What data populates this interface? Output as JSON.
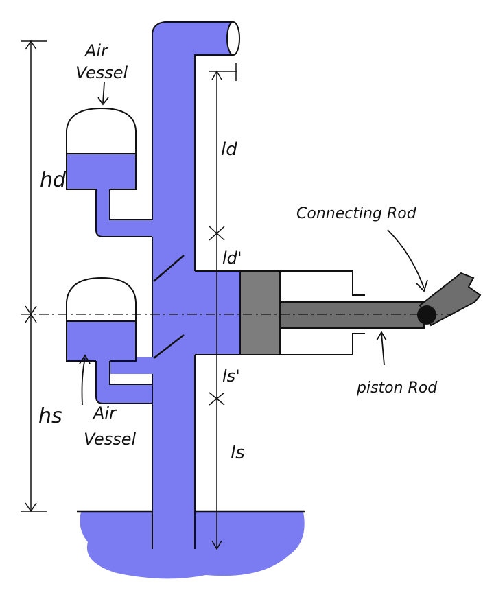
{
  "labels": {
    "air_vessel_top_line1": "Air",
    "air_vessel_top_line2": "Vessel",
    "air_vessel_bottom_line1": "Air",
    "air_vessel_bottom_line2": "Vessel",
    "hd": "hd",
    "hs": "hs",
    "ld": "ld",
    "ld_prime": "ld'",
    "ls_prime": "ls'",
    "ls": "ls",
    "connecting_rod": "Connecting Rod",
    "piston_rod": "piston Rod"
  },
  "colors": {
    "fluid": "#7b7bf2",
    "piston": "#7d7d7d",
    "rod": "#6e6e6e",
    "ink": "#111111"
  }
}
